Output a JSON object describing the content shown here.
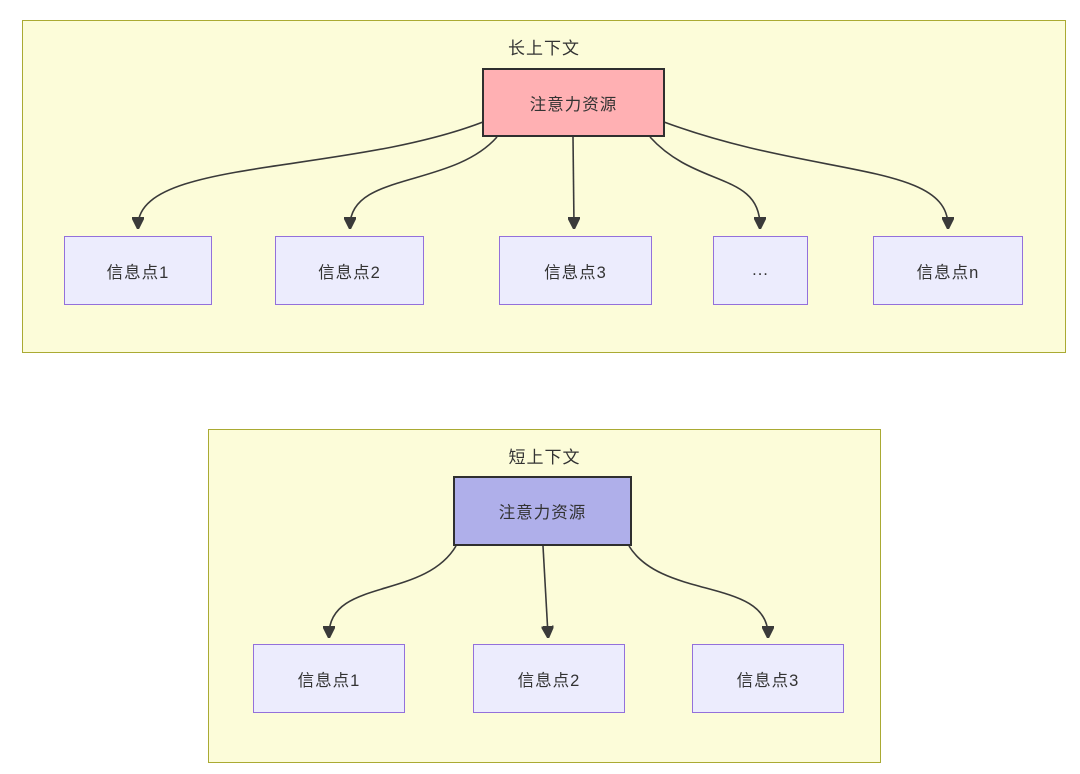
{
  "colors": {
    "cluster_fill": "#FCFCD9",
    "cluster_border": "#AAAA33",
    "long_root_fill": "#FFB0B3",
    "short_root_fill": "#AFAFEA",
    "node_fill": "#ECECFD",
    "node_border": "#9370DB",
    "root_border": "#2F2F2F",
    "edge_color": "#3A3A3A",
    "text_color": "#333333"
  },
  "long": {
    "title": "长上下文",
    "root_label": "注意力资源",
    "children": [
      "信息点1",
      "信息点2",
      "信息点3",
      "...",
      "信息点n"
    ]
  },
  "short": {
    "title": "短上下文",
    "root_label": "注意力资源",
    "children": [
      "信息点1",
      "信息点2",
      "信息点3"
    ]
  }
}
